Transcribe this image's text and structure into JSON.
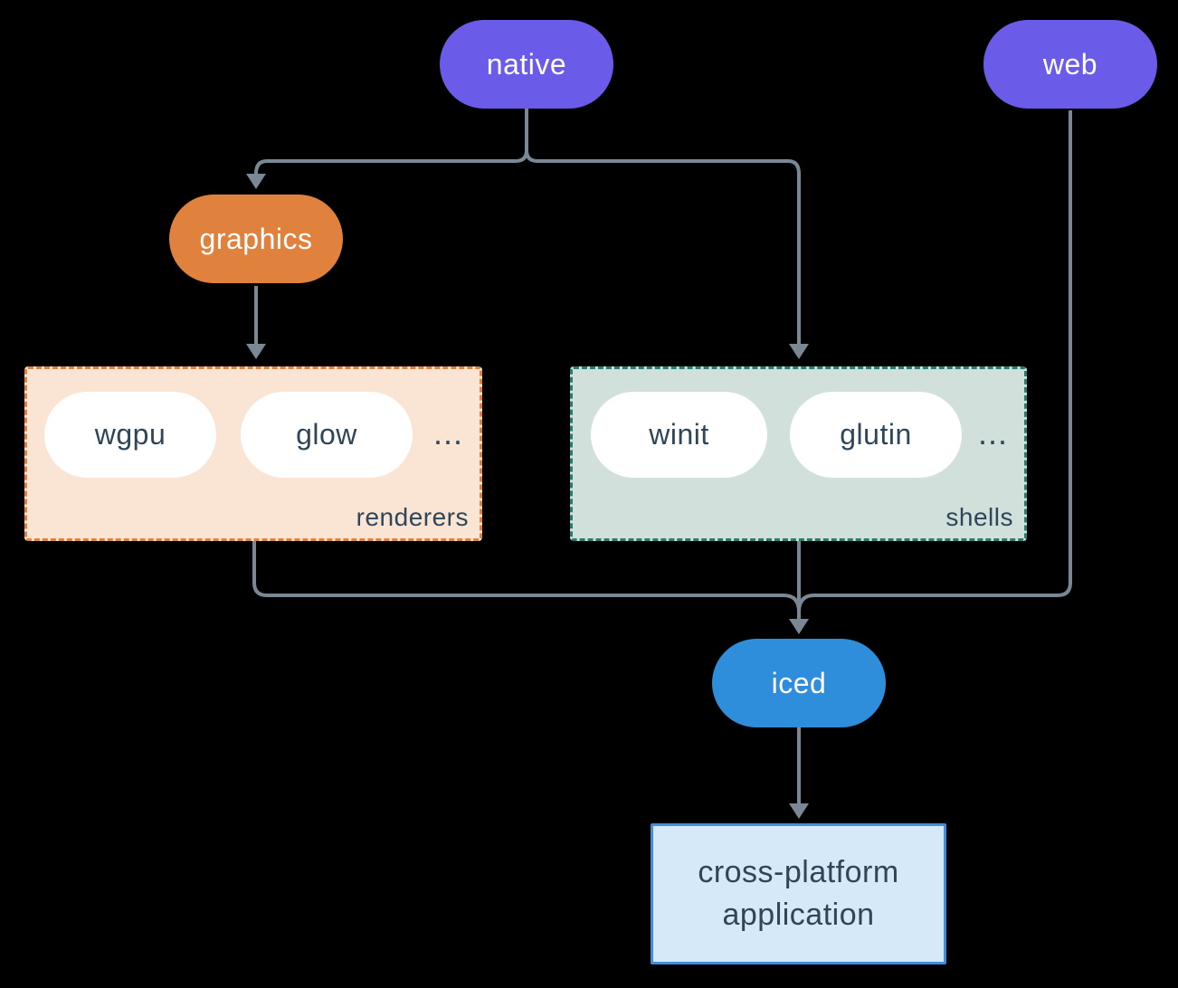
{
  "diagram": {
    "colors": {
      "background": "#000000",
      "purple": "#6A5BE9",
      "orange": "#E0823D",
      "blue": "#2E8EDC",
      "peach_fill": "#FAE4D4",
      "teal_fill": "#D2E0DC",
      "teal_border": "#2A7D6E",
      "lightblue_fill": "#D6E9F8",
      "lightblue_border": "#3F8EE0",
      "arrow": "#7A8794",
      "white_text": "#FFFFFF",
      "dark_text": "#2F4658"
    },
    "nodes": {
      "native": {
        "label": "native"
      },
      "web": {
        "label": "web"
      },
      "graphics": {
        "label": "graphics"
      },
      "wgpu": {
        "label": "wgpu"
      },
      "glow": {
        "label": "glow"
      },
      "winit": {
        "label": "winit"
      },
      "glutin": {
        "label": "glutin"
      },
      "iced": {
        "label": "iced"
      },
      "application": {
        "label": "cross-platform application"
      }
    },
    "groups": {
      "renderers": {
        "label": "renderers",
        "more": "..."
      },
      "shells": {
        "label": "shells",
        "more": "..."
      }
    }
  }
}
